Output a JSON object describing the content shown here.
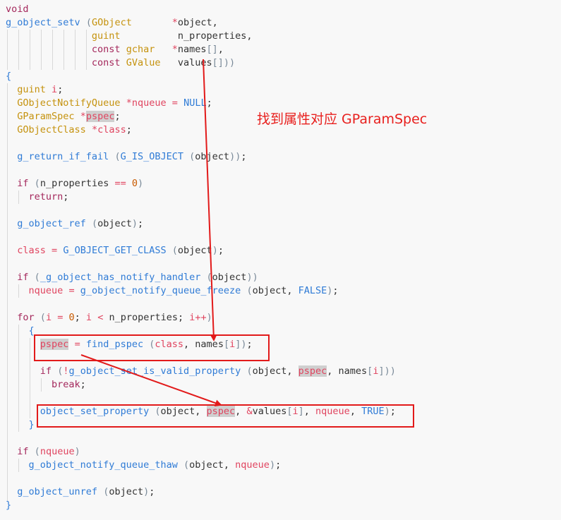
{
  "code_lines": [
    [
      [
        "kw",
        "void"
      ]
    ],
    [
      [
        "fn",
        "g_object_setv"
      ],
      [
        "plain",
        " "
      ],
      [
        "paren",
        "("
      ],
      [
        "type",
        "GObject"
      ],
      [
        "plain",
        "       "
      ],
      [
        "op",
        "*"
      ],
      [
        "plain",
        "object,"
      ]
    ],
    [
      [
        "plain",
        "               "
      ],
      [
        "type",
        "guint"
      ],
      [
        "plain",
        "          n_properties,"
      ]
    ],
    [
      [
        "plain",
        "               "
      ],
      [
        "kw",
        "const"
      ],
      [
        "plain",
        " "
      ],
      [
        "type",
        "gchar"
      ],
      [
        "plain",
        "   "
      ],
      [
        "op",
        "*"
      ],
      [
        "plain",
        "names"
      ],
      [
        "paren",
        "[]"
      ],
      [
        "plain",
        ","
      ]
    ],
    [
      [
        "plain",
        "               "
      ],
      [
        "kw",
        "const"
      ],
      [
        "plain",
        " "
      ],
      [
        "type",
        "GValue"
      ],
      [
        "plain",
        "   values"
      ],
      [
        "paren",
        "[])"
      ],
      [
        "paren",
        ")"
      ]
    ],
    [
      [
        "fn",
        "{"
      ]
    ],
    [
      [
        "plain",
        "  "
      ],
      [
        "type",
        "guint"
      ],
      [
        "plain",
        " "
      ],
      [
        "var",
        "i"
      ],
      [
        "plain",
        ";"
      ]
    ],
    [
      [
        "plain",
        "  "
      ],
      [
        "type",
        "GObjectNotifyQueue"
      ],
      [
        "plain",
        " "
      ],
      [
        "op",
        "*"
      ],
      [
        "var",
        "nqueue"
      ],
      [
        "plain",
        " "
      ],
      [
        "op",
        "="
      ],
      [
        "plain",
        " "
      ],
      [
        "const",
        "NULL"
      ],
      [
        "plain",
        ";"
      ]
    ],
    [
      [
        "plain",
        "  "
      ],
      [
        "type",
        "GParamSpec"
      ],
      [
        "plain",
        " "
      ],
      [
        "op",
        "*"
      ],
      [
        "var hl",
        "pspec"
      ],
      [
        "plain",
        ";"
      ]
    ],
    [
      [
        "plain",
        "  "
      ],
      [
        "type",
        "GObjectClass"
      ],
      [
        "plain",
        " "
      ],
      [
        "op",
        "*"
      ],
      [
        "var",
        "class"
      ],
      [
        "plain",
        ";"
      ]
    ],
    [],
    [
      [
        "plain",
        "  "
      ],
      [
        "fn",
        "g_return_if_fail"
      ],
      [
        "plain",
        " "
      ],
      [
        "paren",
        "("
      ],
      [
        "fn",
        "G_IS_OBJECT"
      ],
      [
        "plain",
        " "
      ],
      [
        "paren",
        "("
      ],
      [
        "plain",
        "object"
      ],
      [
        "paren",
        "))"
      ],
      [
        "plain",
        ";"
      ]
    ],
    [],
    [
      [
        "plain",
        "  "
      ],
      [
        "kw",
        "if"
      ],
      [
        "plain",
        " "
      ],
      [
        "paren",
        "("
      ],
      [
        "plain",
        "n_properties "
      ],
      [
        "op",
        "=="
      ],
      [
        "plain",
        " "
      ],
      [
        "num",
        "0"
      ],
      [
        "paren",
        ")"
      ]
    ],
    [
      [
        "plain",
        "    "
      ],
      [
        "kw",
        "return"
      ],
      [
        "plain",
        ";"
      ]
    ],
    [],
    [
      [
        "plain",
        "  "
      ],
      [
        "fn",
        "g_object_ref"
      ],
      [
        "plain",
        " "
      ],
      [
        "paren",
        "("
      ],
      [
        "plain",
        "object"
      ],
      [
        "paren",
        ")"
      ],
      [
        "plain",
        ";"
      ]
    ],
    [],
    [
      [
        "plain",
        "  "
      ],
      [
        "var",
        "class"
      ],
      [
        "plain",
        " "
      ],
      [
        "op",
        "="
      ],
      [
        "plain",
        " "
      ],
      [
        "fn",
        "G_OBJECT_GET_CLASS"
      ],
      [
        "plain",
        " "
      ],
      [
        "paren",
        "("
      ],
      [
        "plain",
        "object"
      ],
      [
        "paren",
        ")"
      ],
      [
        "plain",
        ";"
      ]
    ],
    [],
    [
      [
        "plain",
        "  "
      ],
      [
        "kw",
        "if"
      ],
      [
        "plain",
        " "
      ],
      [
        "paren",
        "("
      ],
      [
        "fn",
        "_g_object_has_notify_handler"
      ],
      [
        "plain",
        " "
      ],
      [
        "paren",
        "("
      ],
      [
        "plain",
        "object"
      ],
      [
        "paren",
        "))"
      ]
    ],
    [
      [
        "plain",
        "    "
      ],
      [
        "var",
        "nqueue"
      ],
      [
        "plain",
        " "
      ],
      [
        "op",
        "="
      ],
      [
        "plain",
        " "
      ],
      [
        "fn",
        "g_object_notify_queue_freeze"
      ],
      [
        "plain",
        " "
      ],
      [
        "paren",
        "("
      ],
      [
        "plain",
        "object, "
      ],
      [
        "const",
        "FALSE"
      ],
      [
        "paren",
        ")"
      ],
      [
        "plain",
        ";"
      ]
    ],
    [],
    [
      [
        "plain",
        "  "
      ],
      [
        "kw",
        "for"
      ],
      [
        "plain",
        " "
      ],
      [
        "paren",
        "("
      ],
      [
        "var",
        "i"
      ],
      [
        "plain",
        " "
      ],
      [
        "op",
        "="
      ],
      [
        "plain",
        " "
      ],
      [
        "num",
        "0"
      ],
      [
        "plain",
        "; "
      ],
      [
        "var",
        "i"
      ],
      [
        "plain",
        " "
      ],
      [
        "op",
        "<"
      ],
      [
        "plain",
        " n_properties; "
      ],
      [
        "var",
        "i"
      ],
      [
        "op",
        "++"
      ],
      [
        "paren",
        ")"
      ]
    ],
    [
      [
        "plain",
        "    "
      ],
      [
        "fn",
        "{"
      ]
    ],
    [
      [
        "plain",
        "      "
      ],
      [
        "var hl",
        "pspec"
      ],
      [
        "plain",
        " "
      ],
      [
        "op",
        "="
      ],
      [
        "plain",
        " "
      ],
      [
        "fn",
        "find_pspec"
      ],
      [
        "plain",
        " "
      ],
      [
        "paren",
        "("
      ],
      [
        "var",
        "class"
      ],
      [
        "plain",
        ", names"
      ],
      [
        "paren",
        "["
      ],
      [
        "var",
        "i"
      ],
      [
        "paren",
        "]"
      ],
      [
        "paren",
        ")"
      ],
      [
        "plain",
        ";"
      ]
    ],
    [],
    [
      [
        "plain",
        "      "
      ],
      [
        "kw",
        "if"
      ],
      [
        "plain",
        " "
      ],
      [
        "paren",
        "("
      ],
      [
        "op",
        "!"
      ],
      [
        "fn",
        "g_object_set_is_valid_property"
      ],
      [
        "plain",
        " "
      ],
      [
        "paren",
        "("
      ],
      [
        "plain",
        "object, "
      ],
      [
        "var hl",
        "pspec"
      ],
      [
        "plain",
        ", names"
      ],
      [
        "paren",
        "["
      ],
      [
        "var",
        "i"
      ],
      [
        "paren",
        "]))"
      ]
    ],
    [
      [
        "plain",
        "        "
      ],
      [
        "kw",
        "break"
      ],
      [
        "plain",
        ";"
      ]
    ],
    [],
    [
      [
        "plain",
        "      "
      ],
      [
        "fn",
        "object_set_property"
      ],
      [
        "plain",
        " "
      ],
      [
        "paren",
        "("
      ],
      [
        "plain",
        "object, "
      ],
      [
        "var hl",
        "pspec"
      ],
      [
        "plain",
        ", "
      ],
      [
        "op",
        "&"
      ],
      [
        "plain",
        "values"
      ],
      [
        "paren",
        "["
      ],
      [
        "var",
        "i"
      ],
      [
        "paren",
        "]"
      ],
      [
        "plain",
        ", "
      ],
      [
        "var",
        "nqueue"
      ],
      [
        "plain",
        ", "
      ],
      [
        "const",
        "TRUE"
      ],
      [
        "paren",
        ")"
      ],
      [
        "plain",
        ";"
      ]
    ],
    [
      [
        "plain",
        "    "
      ],
      [
        "fn",
        "}"
      ]
    ],
    [],
    [
      [
        "plain",
        "  "
      ],
      [
        "kw",
        "if"
      ],
      [
        "plain",
        " "
      ],
      [
        "paren",
        "("
      ],
      [
        "var",
        "nqueue"
      ],
      [
        "paren",
        ")"
      ]
    ],
    [
      [
        "plain",
        "    "
      ],
      [
        "fn",
        "g_object_notify_queue_thaw"
      ],
      [
        "plain",
        " "
      ],
      [
        "paren",
        "("
      ],
      [
        "plain",
        "object, "
      ],
      [
        "var",
        "nqueue"
      ],
      [
        "paren",
        ")"
      ],
      [
        "plain",
        ";"
      ]
    ],
    [],
    [
      [
        "plain",
        "  "
      ],
      [
        "fn",
        "g_object_unref"
      ],
      [
        "plain",
        " "
      ],
      [
        "paren",
        "("
      ],
      [
        "plain",
        "object"
      ],
      [
        "paren",
        ")"
      ],
      [
        "plain",
        ";"
      ]
    ],
    [
      [
        "fn",
        "}"
      ]
    ]
  ],
  "annotation": {
    "text": "找到属性对应 GParamSpec",
    "color": "#e8201e"
  },
  "colors": {
    "background": "#f8f8f8",
    "annotation_red": "#e21a1a",
    "keyword": "#a4285c",
    "type": "#c5920d",
    "function": "#2f7bd6",
    "variable": "#e0445f",
    "highlight": "#cfcfcf"
  }
}
